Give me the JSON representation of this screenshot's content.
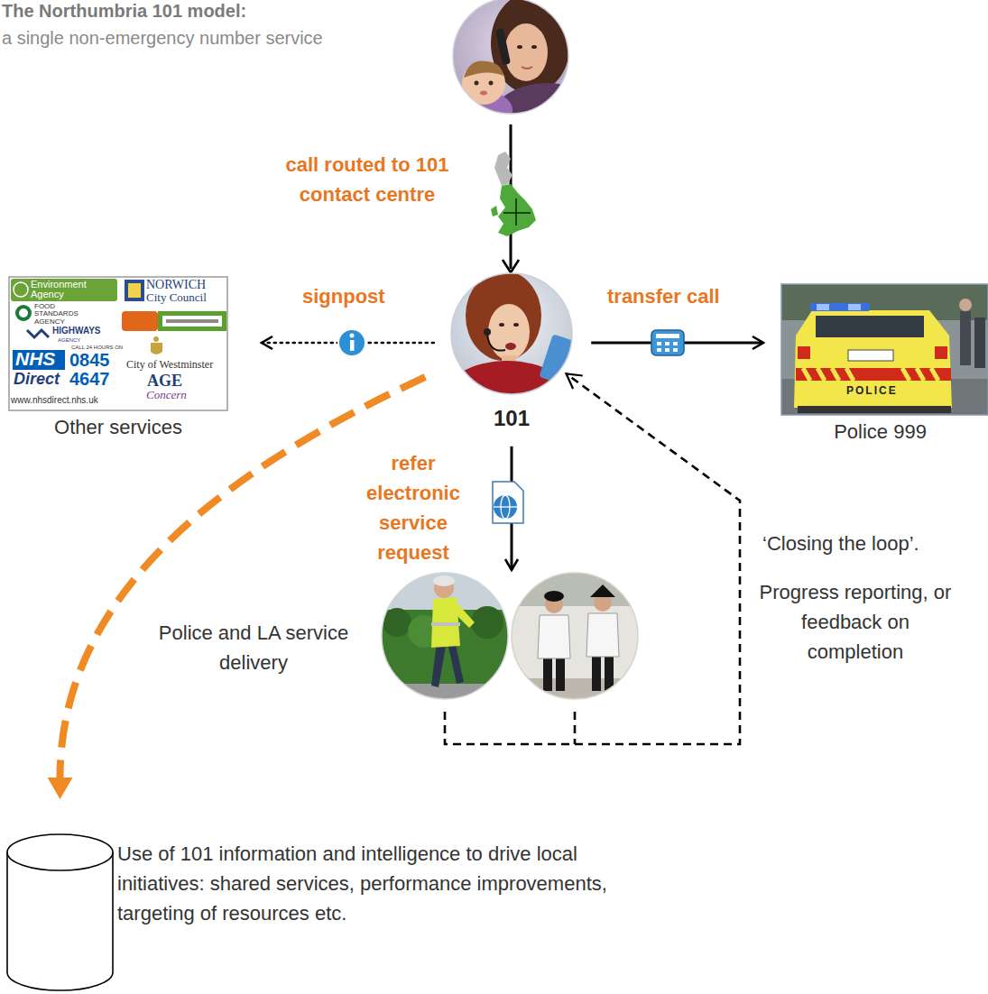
{
  "diagram": {
    "title": "The Northumbria 101 model:",
    "nodes": [
      {
        "text": [
          "Other services"
        ]
      },
      {
        "text": [
          "101"
        ]
      },
      {
        "text": [
          "Police 999"
        ]
      },
      {
        "text": [
          "Police and LA service delivery"
        ]
      },
      {
        "text": [
          "Use of 101 information and intelligence to drive local initiatives: shared services, performance improvements, targeting of resources etc."
        ]
      }
    ],
    "edges": [
      {
        "from": 1,
        "to": 0,
        "label": "signpost",
        "arrow": "to"
      },
      {
        "from": 1,
        "to": 2,
        "label": "transfer call",
        "arrow": "to"
      },
      {
        "from": 1,
        "to": 3,
        "label": "refer electronic service request",
        "arrow": "to"
      },
      {
        "from": 3,
        "to": 1,
        "arrow": "to"
      },
      {
        "from": 1,
        "to": 4,
        "arrow": "to"
      }
    ],
    "labels": [
      "a single non-emergency number service",
      "call routed to 101 contact centre",
      "‘Closing the loop’.",
      "Progress reporting, or feedback on completion",
      "Environment Agency",
      "NORWICH",
      "City Council",
      "FOOD STANDARDS AGENCY",
      "HIGHWAYS",
      "AGENCY",
      "NHS",
      "Direct",
      "CALL 24 HOURS ON",
      "0845",
      "4647",
      "www.nhsdirect.nhs.uk",
      "City of Westminster",
      "AGE",
      "Concern",
      "POLICE"
    ]
  }
}
